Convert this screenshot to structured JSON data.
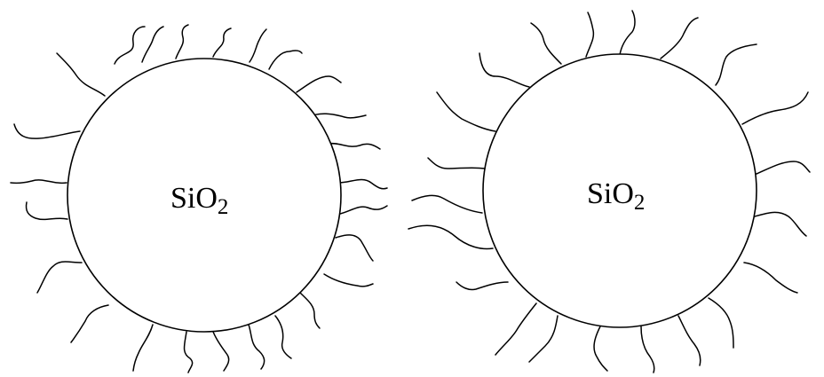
{
  "particles": [
    {
      "label_main": "SiO",
      "label_sub": "2",
      "core_color": "#ffffff",
      "line_color": "#000000"
    },
    {
      "label_main": "SiO",
      "label_sub": "2",
      "core_color": "#ffffff",
      "line_color": "#000000"
    }
  ]
}
